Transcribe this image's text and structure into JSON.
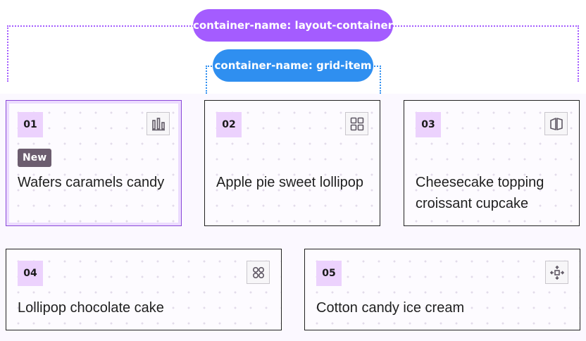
{
  "labels": {
    "layout_container": "container-name: layout-container",
    "grid_item": "container-name: grid-item"
  },
  "colors": {
    "layout_accent": "#a45cff",
    "grid_accent": "#2f8ff0",
    "number_bg": "#ecd2fd",
    "badge_bg": "#6c5d6f"
  },
  "cards": [
    {
      "number": "01",
      "badge": "New",
      "title": "Wafers caramels candy",
      "icon": "bar-chart-icon"
    },
    {
      "number": "02",
      "title": "Apple pie sweet lollipop",
      "icon": "grid-layout-icon"
    },
    {
      "number": "03",
      "title": "Cheesecake topping croissant cupcake",
      "icon": "panels-icon"
    },
    {
      "number": "04",
      "title": "Lollipop chocolate cake",
      "icon": "four-circles-icon"
    },
    {
      "number": "05",
      "title": "Cotton candy ice cream",
      "icon": "move-arrows-icon"
    }
  ]
}
